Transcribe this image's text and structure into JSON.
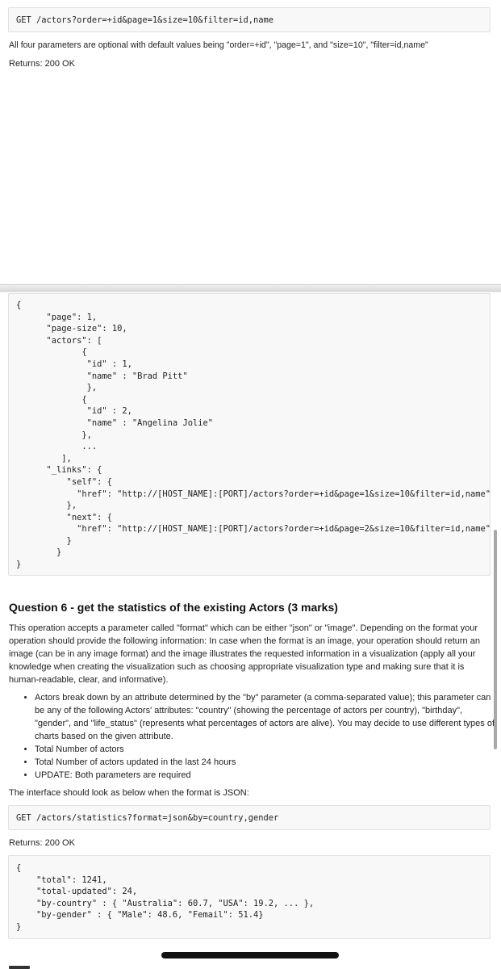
{
  "request1": {
    "endpoint": "GET /actors?order=+id&page=1&size=10&filter=id,name",
    "defaults_note": "All four parameters are optional with default values being \"order=+id\", \"page=1\", and \"size=10\", \"filter=id,name\"",
    "returns": "Returns: 200 OK"
  },
  "response1": {
    "lines": [
      "{",
      "      \"page\": 1,",
      "      \"page-size\": 10,",
      "      \"actors\": [",
      "             {",
      "              \"id\" : 1,",
      "              \"name\" : \"Brad Pitt\"",
      "              },",
      "             {",
      "              \"id\" : 2,",
      "              \"name\" : \"Angelina Jolie\"",
      "             },",
      "             ...",
      "         ],",
      "      \"_links\": {",
      "          \"self\": {",
      "            \"href\": \"http://[HOST_NAME]:[PORT]/actors?order=+id&page=1&size=10&filter=id,name\"",
      "          },",
      "          \"next\": {",
      "            \"href\": \"http://[HOST_NAME]:[PORT]/actors?order=+id&page=2&size=10&filter=id,name\"",
      "          }",
      "        }",
      "}"
    ]
  },
  "question6": {
    "heading": "Question 6 - get the statistics of the existing Actors (3 marks)",
    "description": "This operation accepts a parameter called \"format\" which can be either \"json\" or \"image\". Depending on the format your operation should provide the following information: In case when the format is an image, your operation should return an image (can be in any image format) and the image illustrates the requested information in a visualization (apply all your knowledge when creating the visualization such as choosing appropriate visualization type and making sure that it is human-readable, clear, and informative).",
    "bullets": [
      "Actors break down by an attribute determined by the \"by\" parameter (a comma-separated value); this parameter can be any of the following Actors' attributes: \"country\" (showing the percentage of actors per country), \"birthday\", \"gender\", and \"life_status\" (represents what percentages of actors are alive). You may decide to use different types of charts based on the given attribute.",
      "Total Number of actors",
      "Total Number of actors updated in the last 24 hours",
      "UPDATE: Both parameters are required"
    ],
    "json_intro": "The interface should look as below when the format is JSON:",
    "endpoint": "GET /actors/statistics?format=json&by=country,gender",
    "returns": "Returns: 200 OK",
    "response_lines": [
      "{",
      "    \"total\": 1241,",
      "    \"total-updated\": 24,",
      "    \"by-country\" : { \"Australia\": 60.7, \"USA\": 19.2, ... },",
      "    \"by-gender\" : { \"Male\": 48.6, \"Femail\": 51.4}",
      "}"
    ]
  }
}
